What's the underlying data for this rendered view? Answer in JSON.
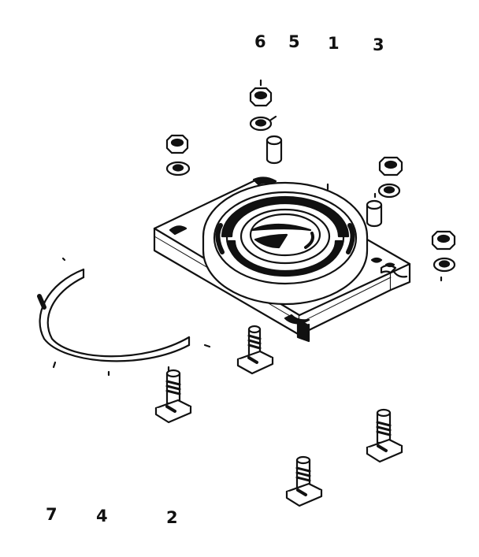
{
  "diagram": {
    "callouts_top": [
      "6",
      "5",
      "1",
      "3"
    ],
    "callouts_bottom": [
      "7",
      "4",
      "2"
    ]
  },
  "colors": {
    "ink": "#111111",
    "paper": "#ffffff"
  }
}
